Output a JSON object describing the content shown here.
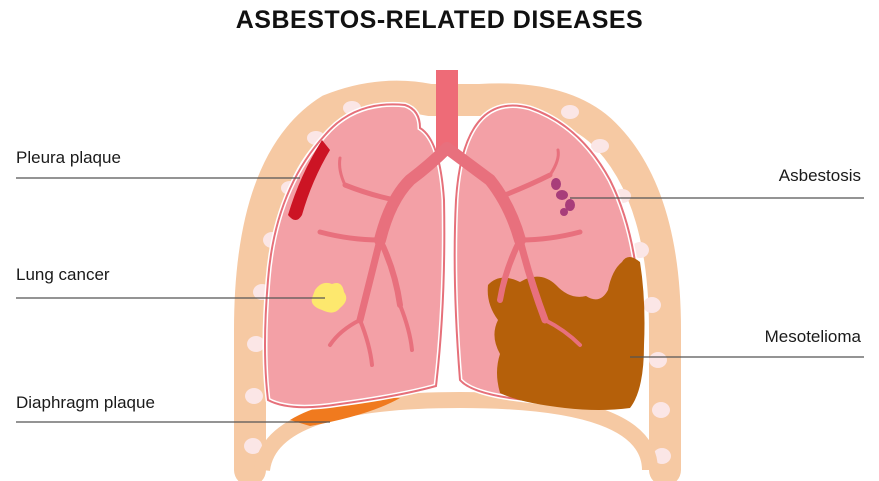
{
  "title": "ASBESTOS-RELATED DISEASES",
  "labels": {
    "pleura_plaque": "Pleura plaque",
    "lung_cancer": "Lung cancer",
    "diaphragm_plaque": "Diaphragm plaque",
    "asbestosis": "Asbestosis",
    "mesothelioma": "Mesotelioma"
  },
  "colors": {
    "rib_cage": "#f6c9a3",
    "rib_cartilage": "#fbe6e6",
    "lung_fill": "#f3a0a6",
    "lung_outline": "#e6707a",
    "trachea": "#ee6b77",
    "bronchi": "#e8707d",
    "pleura_plaque": "#cc1424",
    "lung_cancer": "#fde86e",
    "asbestosis": "#a83d7a",
    "mesothelioma": "#b5600a",
    "diaphragm_plaque": "#f07a1e",
    "leader_line": "#555555"
  }
}
